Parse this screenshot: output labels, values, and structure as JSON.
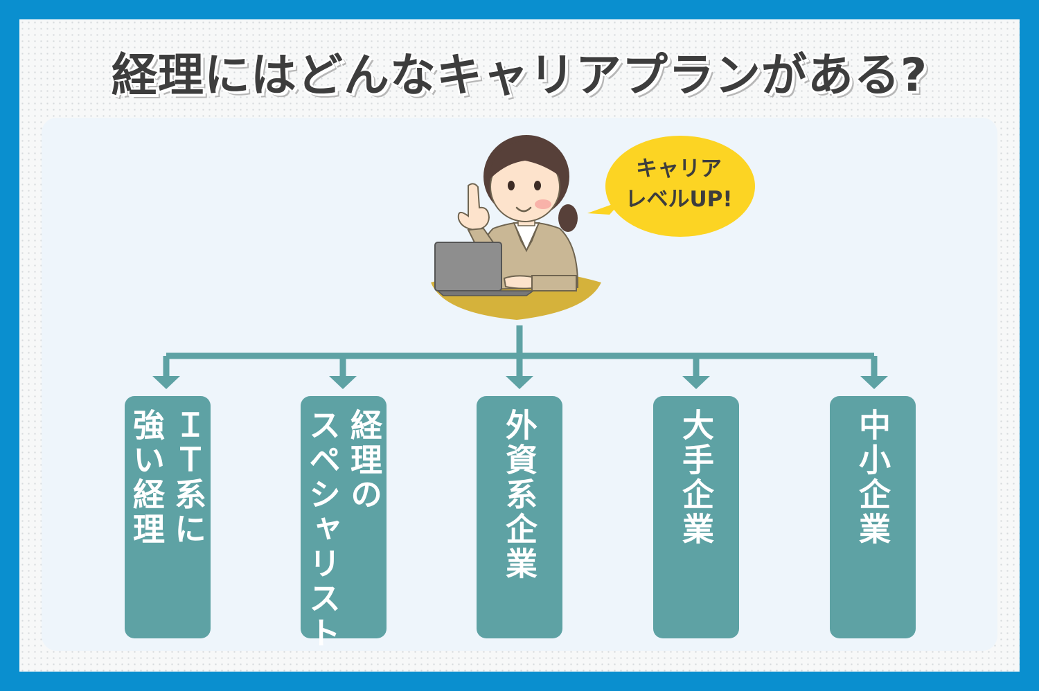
{
  "title": "経理にはどんなキャリアプランがある?",
  "speech_bubble": "キャリア\nレベルUP!",
  "career_boxes": [
    {
      "label": "ＩＴ系に\n強い経理"
    },
    {
      "label": "経理の\nスペシャリスト"
    },
    {
      "label": "外資系企業"
    },
    {
      "label": "大手企業"
    },
    {
      "label": "中小企業"
    }
  ],
  "colors": {
    "border": "#0a8fcf",
    "panel": "#eef5fb",
    "box": "#5ea2a4",
    "bubble": "#fcd423",
    "desk": "#d5b23b"
  }
}
